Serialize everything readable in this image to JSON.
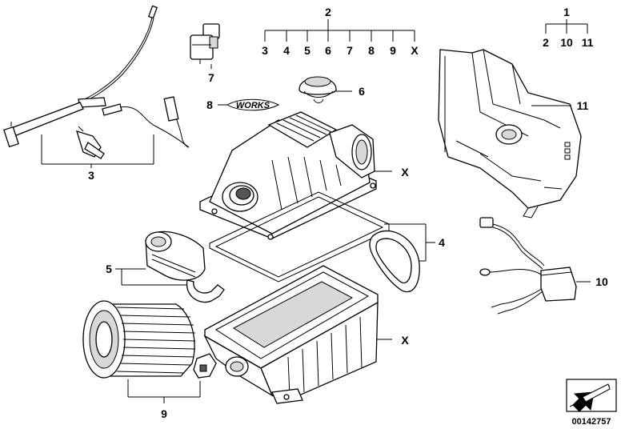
{
  "diagram": {
    "callouts": {
      "top_center_header": "2",
      "top_center_row": [
        "3",
        "4",
        "5",
        "6",
        "7",
        "8",
        "9",
        "X"
      ],
      "top_right_header": "1",
      "top_right_row": [
        "2",
        "10",
        "11"
      ],
      "sensor_wire": "3",
      "valve": "7",
      "mount_cap": "6",
      "badge": "8",
      "upper_housing": "X",
      "bracket_right": "11",
      "seal_ring": "4",
      "muffler": "5",
      "harness": "10",
      "lower_housing": "X",
      "filter": "9"
    },
    "badge_text": "WORKS",
    "diagram_number": "00142757"
  }
}
